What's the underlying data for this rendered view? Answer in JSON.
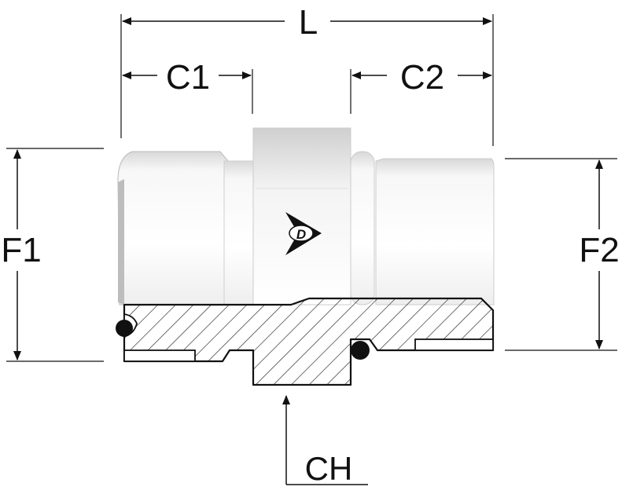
{
  "labels": {
    "L": "L",
    "C1": "C1",
    "C2": "C2",
    "F1": "F1",
    "F2": "F2",
    "CH": "CH"
  },
  "logo": {
    "letter": "D",
    "icon": "dunlop-arrow-logo-icon"
  },
  "colors": {
    "line": "#111111",
    "body_light": "#f2f2f2",
    "body_shade": "#cfcfcf",
    "hatch": "#222222",
    "oring": "#111111"
  }
}
